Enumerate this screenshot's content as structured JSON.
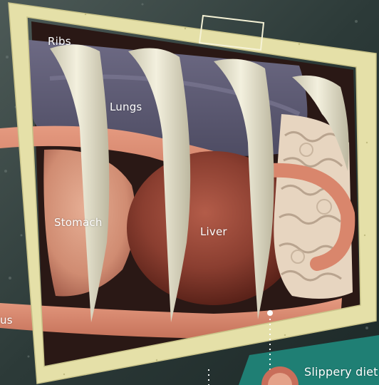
{
  "labels": {
    "ribs": "Ribs",
    "lungs": "Lungs",
    "stomach": "Stomach",
    "liver": "Liver",
    "oesophagus_fragment": "us"
  },
  "caption": {
    "title_fragment": "Slippery diet"
  },
  "colors": {
    "frame": "#e5e0a8",
    "fish_skin": "#3a4a48",
    "lungs": "#5c5a72",
    "stomach": "#d4967c",
    "liver": "#8a3e30",
    "intestine": "#e8d6c2",
    "flesh_band": "#d9866c",
    "ribs": "#ece8d4",
    "caption_panel": "#1f7f74"
  }
}
